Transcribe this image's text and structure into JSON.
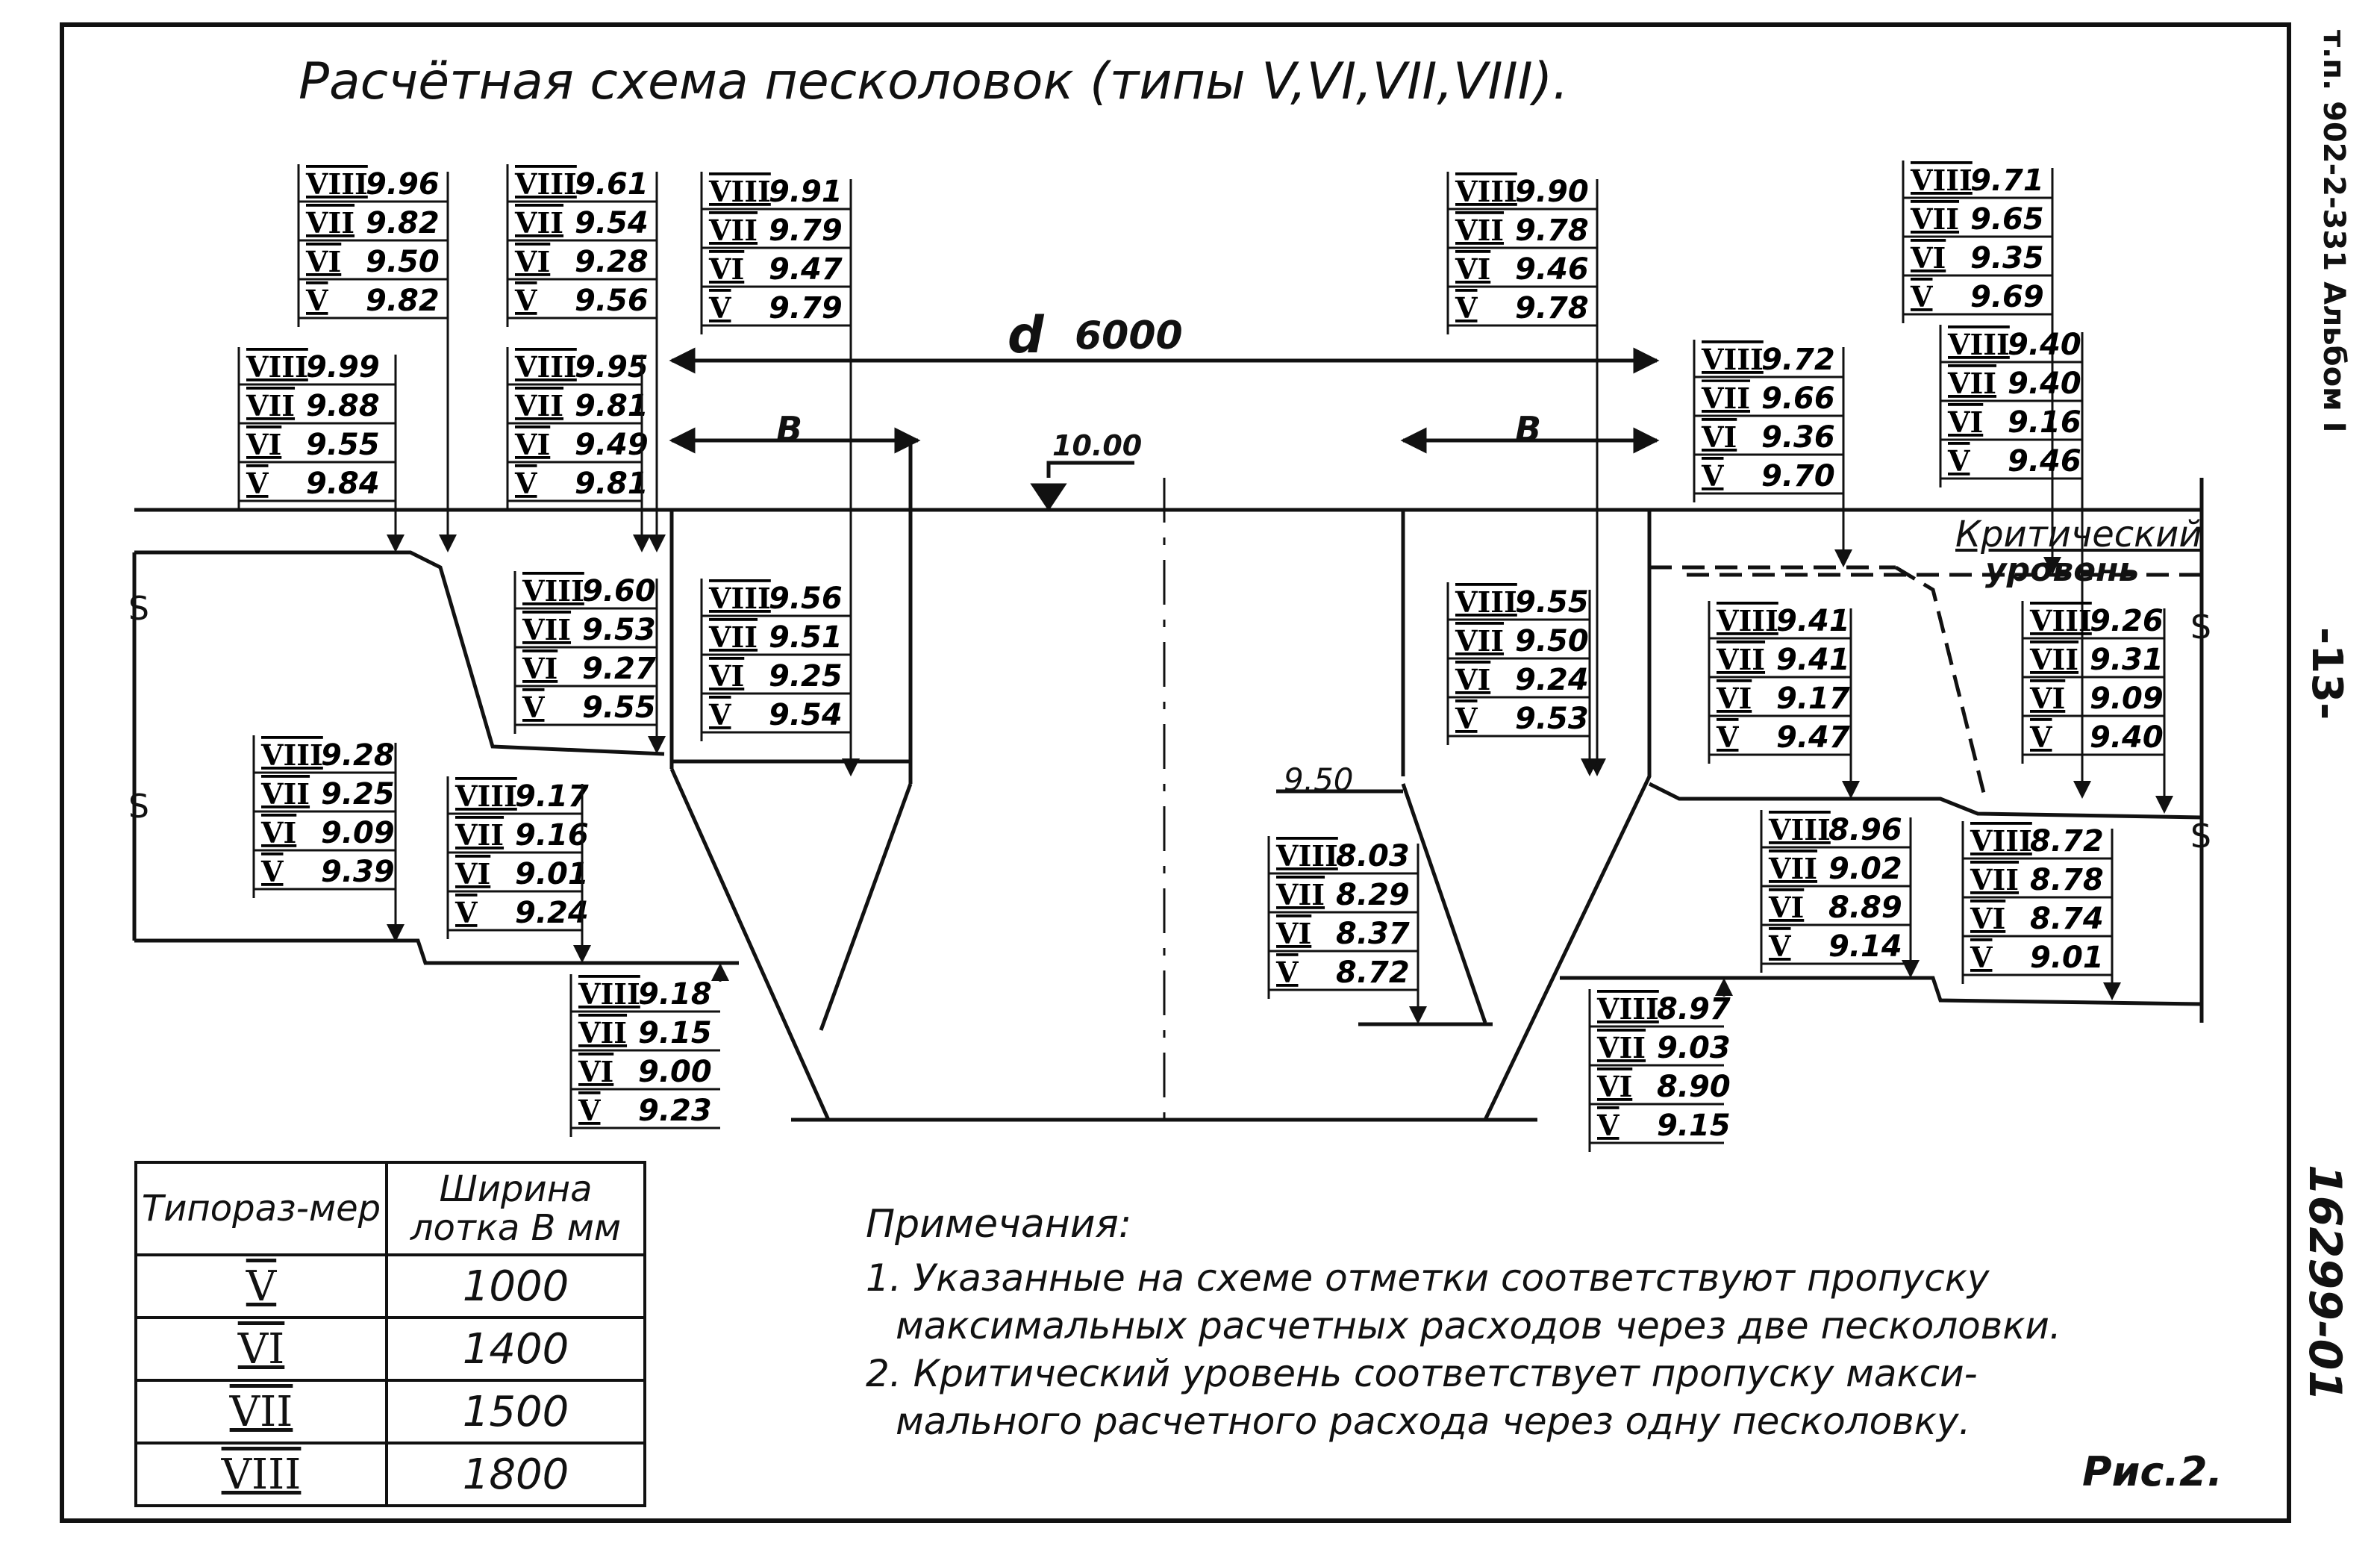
{
  "title": "Расчётная схема песколовок (типы V,VI,VII,VIII).",
  "side_text": {
    "album": "т.п. 902-2-331 Альбом I",
    "page": "-13-",
    "code": "16299-01"
  },
  "dimension": {
    "d_label": "d",
    "d_value": "6000",
    "b_left": "B",
    "b_right": "B",
    "level_mark": "10.00",
    "left_mark": "9.50"
  },
  "critical_level": [
    "Критический",
    "уровень"
  ],
  "section_marks": [
    "S",
    "S",
    "S",
    "S"
  ],
  "elevation_groups": [
    {
      "id": "g1",
      "rows": [
        [
          "VIII",
          "9.96"
        ],
        [
          "VII",
          "9.82"
        ],
        [
          "VI",
          "9.50"
        ],
        [
          "V",
          "9.82"
        ]
      ]
    },
    {
      "id": "g2",
      "rows": [
        [
          "VIII",
          "9.99"
        ],
        [
          "VII",
          "9.88"
        ],
        [
          "VI",
          "9.55"
        ],
        [
          "V",
          "9.84"
        ]
      ]
    },
    {
      "id": "g3",
      "rows": [
        [
          "VIII",
          "9.61"
        ],
        [
          "VII",
          "9.54"
        ],
        [
          "VI",
          "9.28"
        ],
        [
          "V",
          "9.56"
        ]
      ]
    },
    {
      "id": "g4",
      "rows": [
        [
          "VIII",
          "9.95"
        ],
        [
          "VII",
          "9.81"
        ],
        [
          "VI",
          "9.49"
        ],
        [
          "V",
          "9.81"
        ]
      ]
    },
    {
      "id": "g5",
      "rows": [
        [
          "VIII",
          "9.91"
        ],
        [
          "VII",
          "9.79"
        ],
        [
          "VI",
          "9.47"
        ],
        [
          "V",
          "9.79"
        ]
      ]
    },
    {
      "id": "g6",
      "rows": [
        [
          "VIII",
          "9.60"
        ],
        [
          "VII",
          "9.53"
        ],
        [
          "VI",
          "9.27"
        ],
        [
          "V",
          "9.55"
        ]
      ]
    },
    {
      "id": "g7",
      "rows": [
        [
          "VIII",
          "9.56"
        ],
        [
          "VII",
          "9.51"
        ],
        [
          "VI",
          "9.25"
        ],
        [
          "V",
          "9.54"
        ]
      ]
    },
    {
      "id": "g8",
      "rows": [
        [
          "VIII",
          "9.28"
        ],
        [
          "VII",
          "9.25"
        ],
        [
          "VI",
          "9.09"
        ],
        [
          "V",
          "9.39"
        ]
      ]
    },
    {
      "id": "g9",
      "rows": [
        [
          "VIII",
          "9.17"
        ],
        [
          "VII",
          "9.16"
        ],
        [
          "VI",
          "9.01"
        ],
        [
          "V",
          "9.24"
        ]
      ]
    },
    {
      "id": "g10",
      "rows": [
        [
          "VIII",
          "9.18"
        ],
        [
          "VII",
          "9.15"
        ],
        [
          "VI",
          "9.00"
        ],
        [
          "V",
          "9.23"
        ]
      ]
    },
    {
      "id": "g11",
      "rows": [
        [
          "VIII",
          "9.90"
        ],
        [
          "VII",
          "9.78"
        ],
        [
          "VI",
          "9.46"
        ],
        [
          "V",
          "9.78"
        ]
      ]
    },
    {
      "id": "g12",
      "rows": [
        [
          "VIII",
          "9.55"
        ],
        [
          "VII",
          "9.50"
        ],
        [
          "VI",
          "9.24"
        ],
        [
          "V",
          "9.53"
        ]
      ]
    },
    {
      "id": "g13",
      "rows": [
        [
          "VIII",
          "8.03"
        ],
        [
          "VII",
          "8.29"
        ],
        [
          "VI",
          "8.37"
        ],
        [
          "V",
          "8.72"
        ]
      ]
    },
    {
      "id": "g14",
      "rows": [
        [
          "VIII",
          "8.97"
        ],
        [
          "VII",
          "9.03"
        ],
        [
          "VI",
          "8.90"
        ],
        [
          "V",
          "9.15"
        ]
      ]
    },
    {
      "id": "g15",
      "rows": [
        [
          "VIII",
          "9.72"
        ],
        [
          "VII",
          "9.66"
        ],
        [
          "VI",
          "9.36"
        ],
        [
          "V",
          "9.70"
        ]
      ]
    },
    {
      "id": "g16",
      "rows": [
        [
          "VIII",
          "9.41"
        ],
        [
          "VII",
          "9.41"
        ],
        [
          "VI",
          "9.17"
        ],
        [
          "V",
          "9.47"
        ]
      ]
    },
    {
      "id": "g17",
      "rows": [
        [
          "VIII",
          "8.96"
        ],
        [
          "VII",
          "9.02"
        ],
        [
          "VI",
          "8.89"
        ],
        [
          "V",
          "9.14"
        ]
      ]
    },
    {
      "id": "g18",
      "rows": [
        [
          "VIII",
          "9.71"
        ],
        [
          "VII",
          "9.65"
        ],
        [
          "VI",
          "9.35"
        ],
        [
          "V",
          "9.69"
        ]
      ]
    },
    {
      "id": "g19",
      "rows": [
        [
          "VIII",
          "9.40"
        ],
        [
          "VII",
          "9.40"
        ],
        [
          "VI",
          "9.16"
        ],
        [
          "V",
          "9.46"
        ]
      ]
    },
    {
      "id": "g20",
      "rows": [
        [
          "VIII",
          "9.26"
        ],
        [
          "VII",
          "9.31"
        ],
        [
          "VI",
          "9.09"
        ],
        [
          "V",
          "9.40"
        ]
      ]
    },
    {
      "id": "g21",
      "rows": [
        [
          "VIII",
          "8.72"
        ],
        [
          "VII",
          "8.78"
        ],
        [
          "VI",
          "8.74"
        ],
        [
          "V",
          "9.01"
        ]
      ]
    }
  ],
  "size_table": {
    "header": [
      "Типораз-мер",
      "Ширина лотка B мм"
    ],
    "rows": [
      [
        "V",
        "1000"
      ],
      [
        "VI",
        "1400"
      ],
      [
        "VII",
        "1500"
      ],
      [
        "VIII",
        "1800"
      ]
    ]
  },
  "notes": {
    "heading": "Примечания:",
    "n1a": "1. Указанные на схеме отметки соответствуют пропуску",
    "n1b": "максимальных расчетных расходов через две песколовки.",
    "n2a": "2. Критический уровень соответствует пропуску макси-",
    "n2b": "мального расчетного расхода через одну песколовку."
  },
  "figure_label": "Рис.2."
}
